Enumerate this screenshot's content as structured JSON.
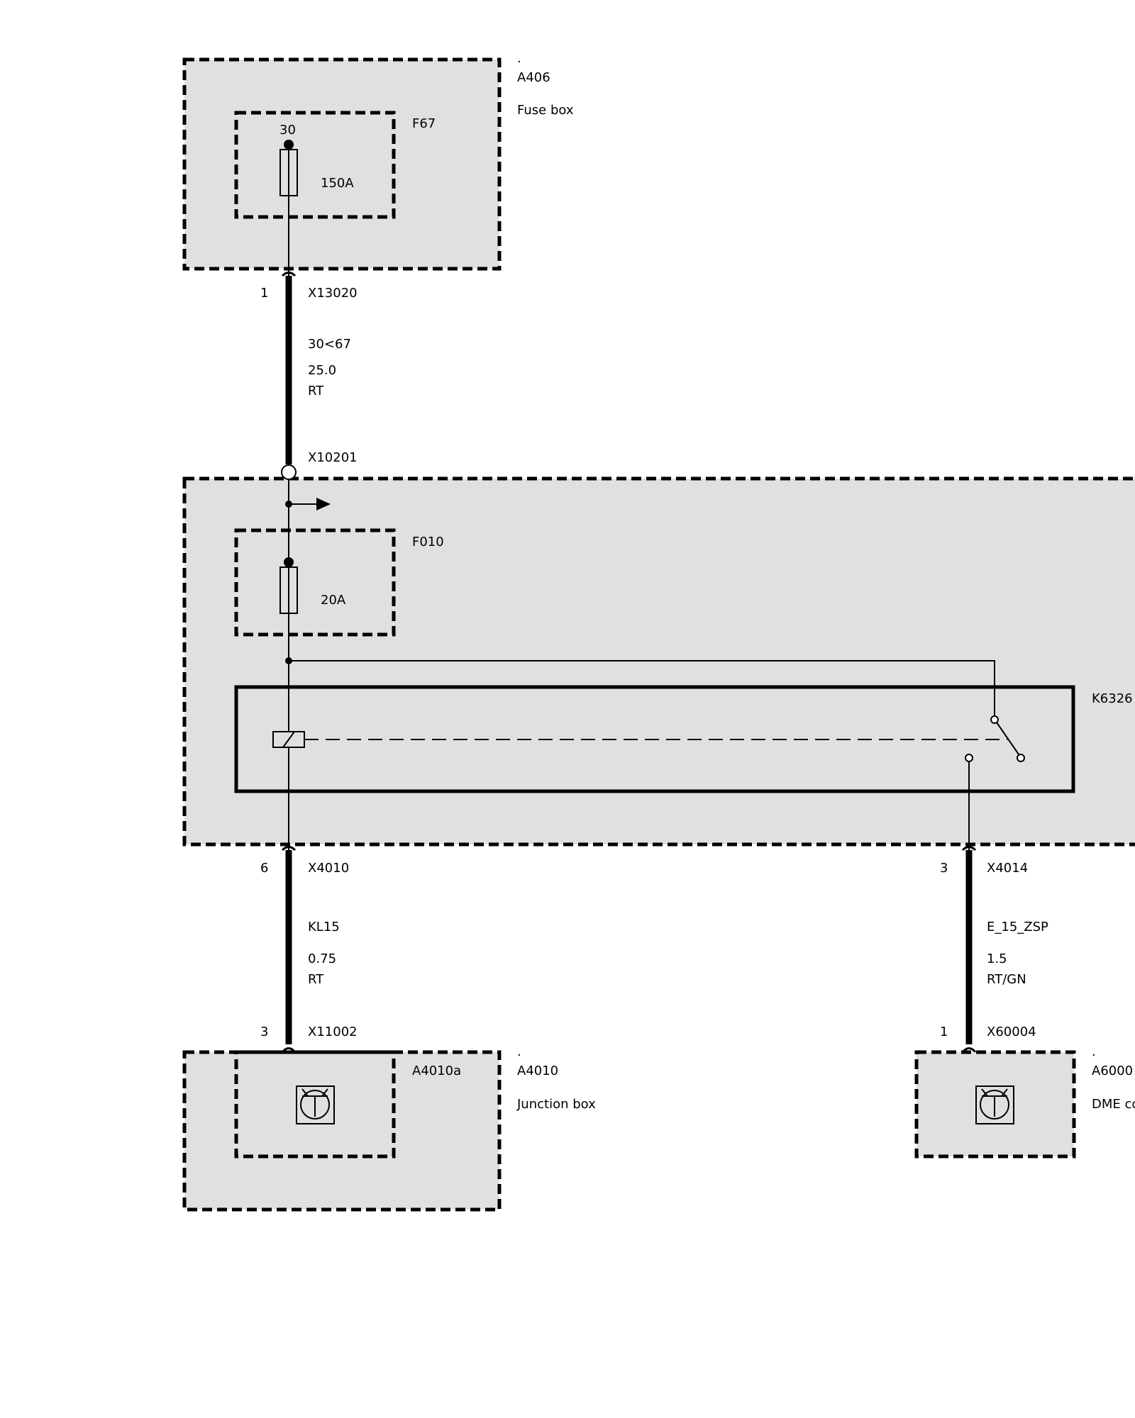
{
  "components": {
    "fuse_box": {
      "dot": ".",
      "id": "A406",
      "name": "Fuse box"
    },
    "fuse_f67": {
      "id": "F67",
      "terminal": "30",
      "rating": "150A"
    },
    "fuse_f010": {
      "id": "F010",
      "rating": "20A"
    },
    "relay": {
      "id": "K6326"
    },
    "junction_box": {
      "dot": ".",
      "id": "A4010",
      "name": "Junction box",
      "sub_id": "A4010a"
    },
    "dme": {
      "dot": ".",
      "id": "A6000",
      "name": "DME co"
    }
  },
  "connectors": {
    "x13020": {
      "pin": "1",
      "id": "X13020"
    },
    "x10201": {
      "id": "X10201"
    },
    "x4010": {
      "pin": "6",
      "id": "X4010"
    },
    "x4014": {
      "pin": "3",
      "id": "X4014"
    },
    "x11002": {
      "pin": "3",
      "id": "X11002"
    },
    "x60004": {
      "pin": "1",
      "id": "X60004"
    }
  },
  "wires": {
    "w1": {
      "signal": "30<67",
      "cross_section": "25.0",
      "color": "RT"
    },
    "w2": {
      "signal": "KL15",
      "cross_section": "0.75",
      "color": "RT"
    },
    "w3": {
      "signal": "E_15_ZSP",
      "cross_section": "1.5",
      "color": "RT/GN"
    }
  },
  "colors": {
    "box_fill": "#e0e0e0",
    "line": "#000000"
  }
}
